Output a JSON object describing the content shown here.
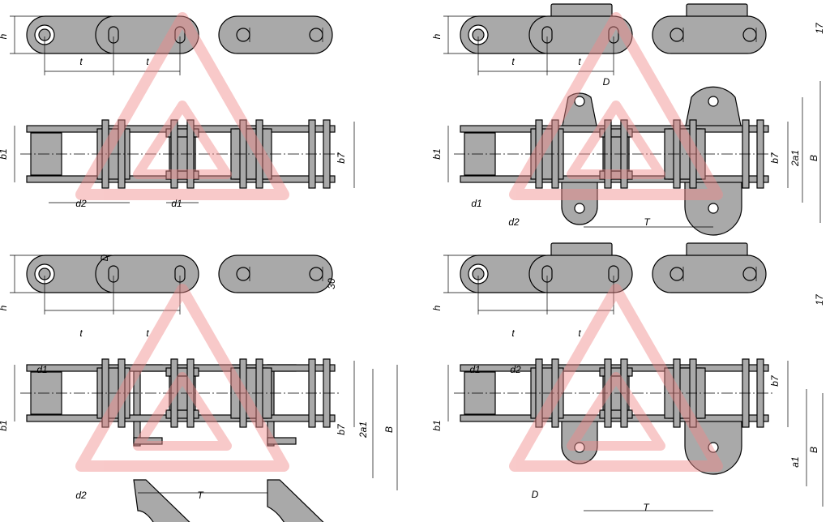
{
  "colors": {
    "part_fill": "#a9a9a9",
    "line": "#000000",
    "watermark": "#f08a8a"
  },
  "views": {
    "top_left": {
      "labels": [
        "h",
        "t",
        "t",
        "b1",
        "b7",
        "d2",
        "d1"
      ]
    },
    "top_right": {
      "labels": [
        "h",
        "t",
        "t",
        "17",
        "D",
        "b1",
        "b7",
        "2a1",
        "B",
        "d1",
        "d2",
        "T"
      ]
    },
    "bottom_left": {
      "labels": [
        "D",
        "30",
        "h",
        "t",
        "t",
        "d1",
        "b1",
        "b7",
        "2a1",
        "B",
        "d2",
        "T"
      ]
    },
    "bottom_right": {
      "labels": [
        "h",
        "t",
        "t",
        "17",
        "d1",
        "d2",
        "b7",
        "b1",
        "a1",
        "B",
        "D",
        "T"
      ]
    }
  }
}
